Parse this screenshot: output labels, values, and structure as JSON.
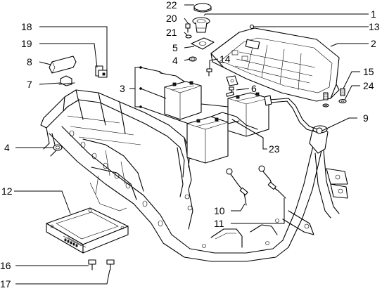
{
  "callouts": [
    {
      "id": "22",
      "label": "22"
    },
    {
      "id": "20",
      "label": "20"
    },
    {
      "id": "21",
      "label": "21"
    },
    {
      "id": "5",
      "label": "5"
    },
    {
      "id": "4a",
      "label": "4"
    },
    {
      "id": "1",
      "label": "1"
    },
    {
      "id": "13",
      "label": "13"
    },
    {
      "id": "2",
      "label": "2"
    },
    {
      "id": "18",
      "label": "18"
    },
    {
      "id": "19",
      "label": "19"
    },
    {
      "id": "8",
      "label": "8"
    },
    {
      "id": "7",
      "label": "7"
    },
    {
      "id": "14",
      "label": "14"
    },
    {
      "id": "3",
      "label": "3"
    },
    {
      "id": "6",
      "label": "6"
    },
    {
      "id": "15",
      "label": "15"
    },
    {
      "id": "24",
      "label": "24"
    },
    {
      "id": "9",
      "label": "9"
    },
    {
      "id": "4b",
      "label": "4"
    },
    {
      "id": "23",
      "label": "23"
    },
    {
      "id": "12",
      "label": "12"
    },
    {
      "id": "10",
      "label": "10"
    },
    {
      "id": "11",
      "label": "11"
    },
    {
      "id": "16",
      "label": "16"
    },
    {
      "id": "17",
      "label": "17"
    }
  ]
}
